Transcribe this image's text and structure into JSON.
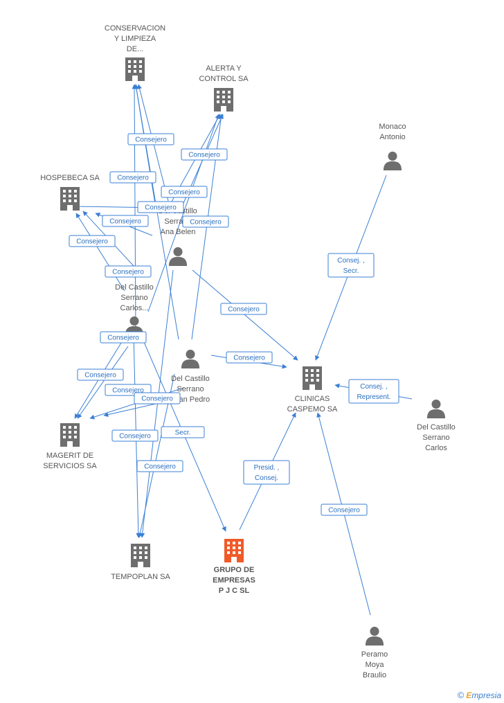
{
  "colors": {
    "edge": "#3a7fd4",
    "node_icon": "#6e6e6e",
    "main_icon": "#f05a28",
    "label": "#555555"
  },
  "nodes": [
    {
      "id": "conservacion",
      "type": "company",
      "label": [
        "CONSERVACION",
        "Y LIMPIEZA",
        "DE..."
      ]
    },
    {
      "id": "alerta",
      "type": "company",
      "label": [
        "ALERTA Y",
        "CONTROL SA"
      ]
    },
    {
      "id": "hospebeca",
      "type": "company",
      "label": [
        "HOSPEBECA SA"
      ]
    },
    {
      "id": "monaco",
      "type": "person",
      "label": [
        "Monaco",
        "Antonio"
      ]
    },
    {
      "id": "anabelen",
      "type": "person",
      "label": [
        "Del Castillo",
        "Serrano",
        "Ana Belen"
      ]
    },
    {
      "id": "carlos_dots",
      "type": "person",
      "label": [
        "Del Castillo",
        "Serrano",
        "Carlos..."
      ]
    },
    {
      "id": "juanpedro",
      "type": "person",
      "label": [
        "Del Castillo",
        "Serrano",
        "Juan Pedro"
      ]
    },
    {
      "id": "clinicas",
      "type": "company",
      "label": [
        "CLINICAS",
        "CASPEMO SA"
      ]
    },
    {
      "id": "carlos",
      "type": "person",
      "label": [
        "Del Castillo",
        "Serrano",
        "Carlos"
      ]
    },
    {
      "id": "magerit",
      "type": "company",
      "label": [
        "MAGERIT DE",
        "SERVICIOS SA"
      ]
    },
    {
      "id": "tempoplan",
      "type": "company",
      "label": [
        "TEMPOPLAN SA"
      ]
    },
    {
      "id": "grupo",
      "type": "main",
      "label": [
        "GRUPO DE",
        "EMPRESAS",
        "P J C SL"
      ]
    },
    {
      "id": "peramo",
      "type": "person",
      "label": [
        "Peramo",
        "Moya",
        "Braulio"
      ]
    }
  ],
  "edge_labels": [
    {
      "id": "consejero",
      "lines": [
        "Consejero"
      ]
    },
    {
      "id": "consej_secr",
      "lines": [
        "Consej. ,",
        "Secr."
      ]
    },
    {
      "id": "consej_represent",
      "lines": [
        "Consej. ,",
        "Represent."
      ]
    },
    {
      "id": "secr",
      "lines": [
        "Secr."
      ]
    },
    {
      "id": "presid_consej",
      "lines": [
        "Presid. ,",
        "Consej."
      ]
    }
  ],
  "watermark": {
    "symbol": "©",
    "brand_initial": "E",
    "brand_rest": "mpresia"
  }
}
